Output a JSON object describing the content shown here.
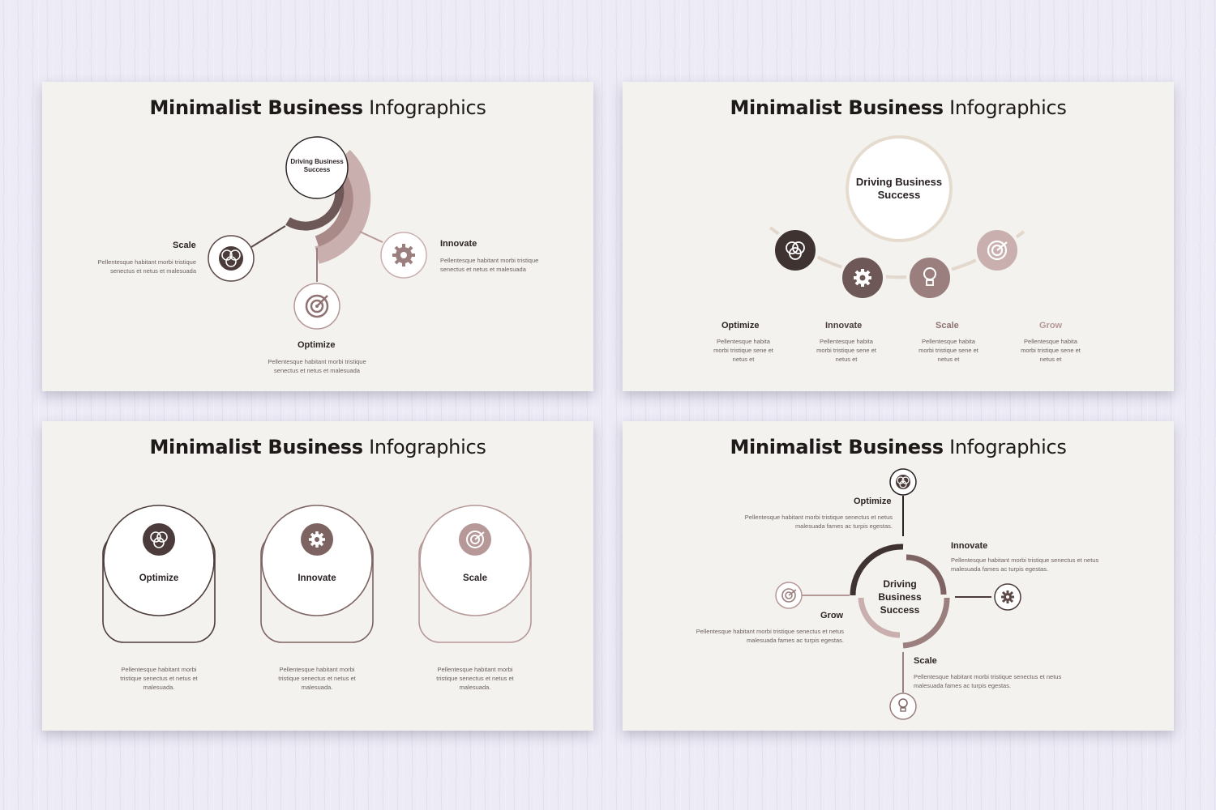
{
  "title_bold": "Minimalist Business",
  "title_light": "Infographics",
  "center_text": "Driving Business Success",
  "lorem_short": "Pellentesque habitant morbi tristique senectus et netus et malesuada",
  "lorem_steps": "Pellentesque habita morbi tristique sene et netus et",
  "lorem_cards": "Pellentesque habitant morbi tristique senectus et netus et malesuada.",
  "lorem_long": "Pellentesque habitant morbi tristique senectus et netus malesuada fames ac turpis egestas.",
  "labels": {
    "scale": "Scale",
    "innovate": "Innovate",
    "optimize": "Optimize",
    "grow": "Grow"
  },
  "colors": {
    "dark": "#4b3c3b",
    "medium": "#7d6462",
    "light": "#ab8d8c",
    "lightest": "#c9afae",
    "slide_bg": "#f4f2ee"
  }
}
